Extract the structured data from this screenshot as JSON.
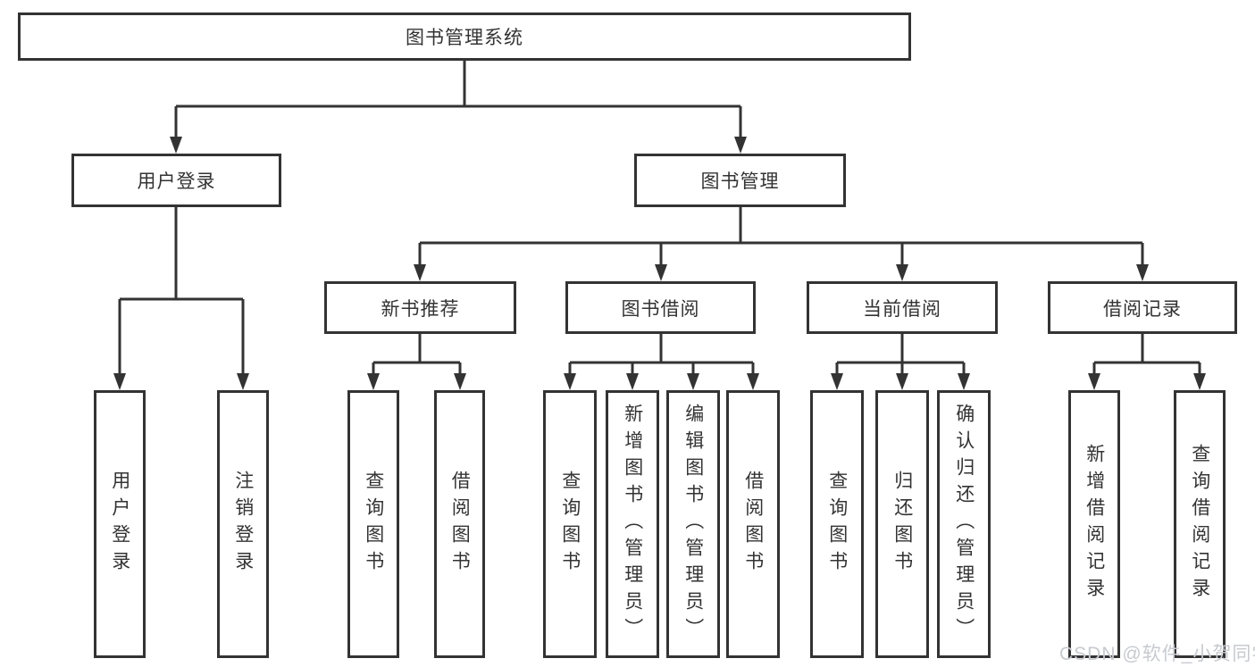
{
  "page": {
    "background_color": "#ffffff",
    "line_color": "#333333",
    "box_border_color": "#333333",
    "text_color": "#333333",
    "watermark_color": "#c7cacf"
  },
  "tree": {
    "root": {
      "label": "图书管理系统"
    },
    "branches": [
      {
        "label": "用户登录",
        "children": [
          {
            "label": "用户登录"
          },
          {
            "label": "注销登录"
          }
        ]
      },
      {
        "label": "图书管理",
        "children": [
          {
            "label": "新书推荐",
            "children": [
              {
                "label": "查询图书"
              },
              {
                "label": "借阅图书"
              }
            ]
          },
          {
            "label": "图书借阅",
            "children": [
              {
                "label": "查询图书"
              },
              {
                "label": "新增图书（管理员）"
              },
              {
                "label": "编辑图书（管理员）"
              },
              {
                "label": "借阅图书"
              }
            ]
          },
          {
            "label": "当前借阅",
            "children": [
              {
                "label": "查询图书"
              },
              {
                "label": "归还图书"
              },
              {
                "label": "确认归还（管理员）"
              }
            ]
          },
          {
            "label": "借阅记录",
            "children": [
              {
                "label": "新增借阅记录"
              },
              {
                "label": "查询借阅记录"
              }
            ]
          }
        ]
      }
    ]
  },
  "watermark": {
    "text": "CSDN @软件_小贺同学"
  }
}
